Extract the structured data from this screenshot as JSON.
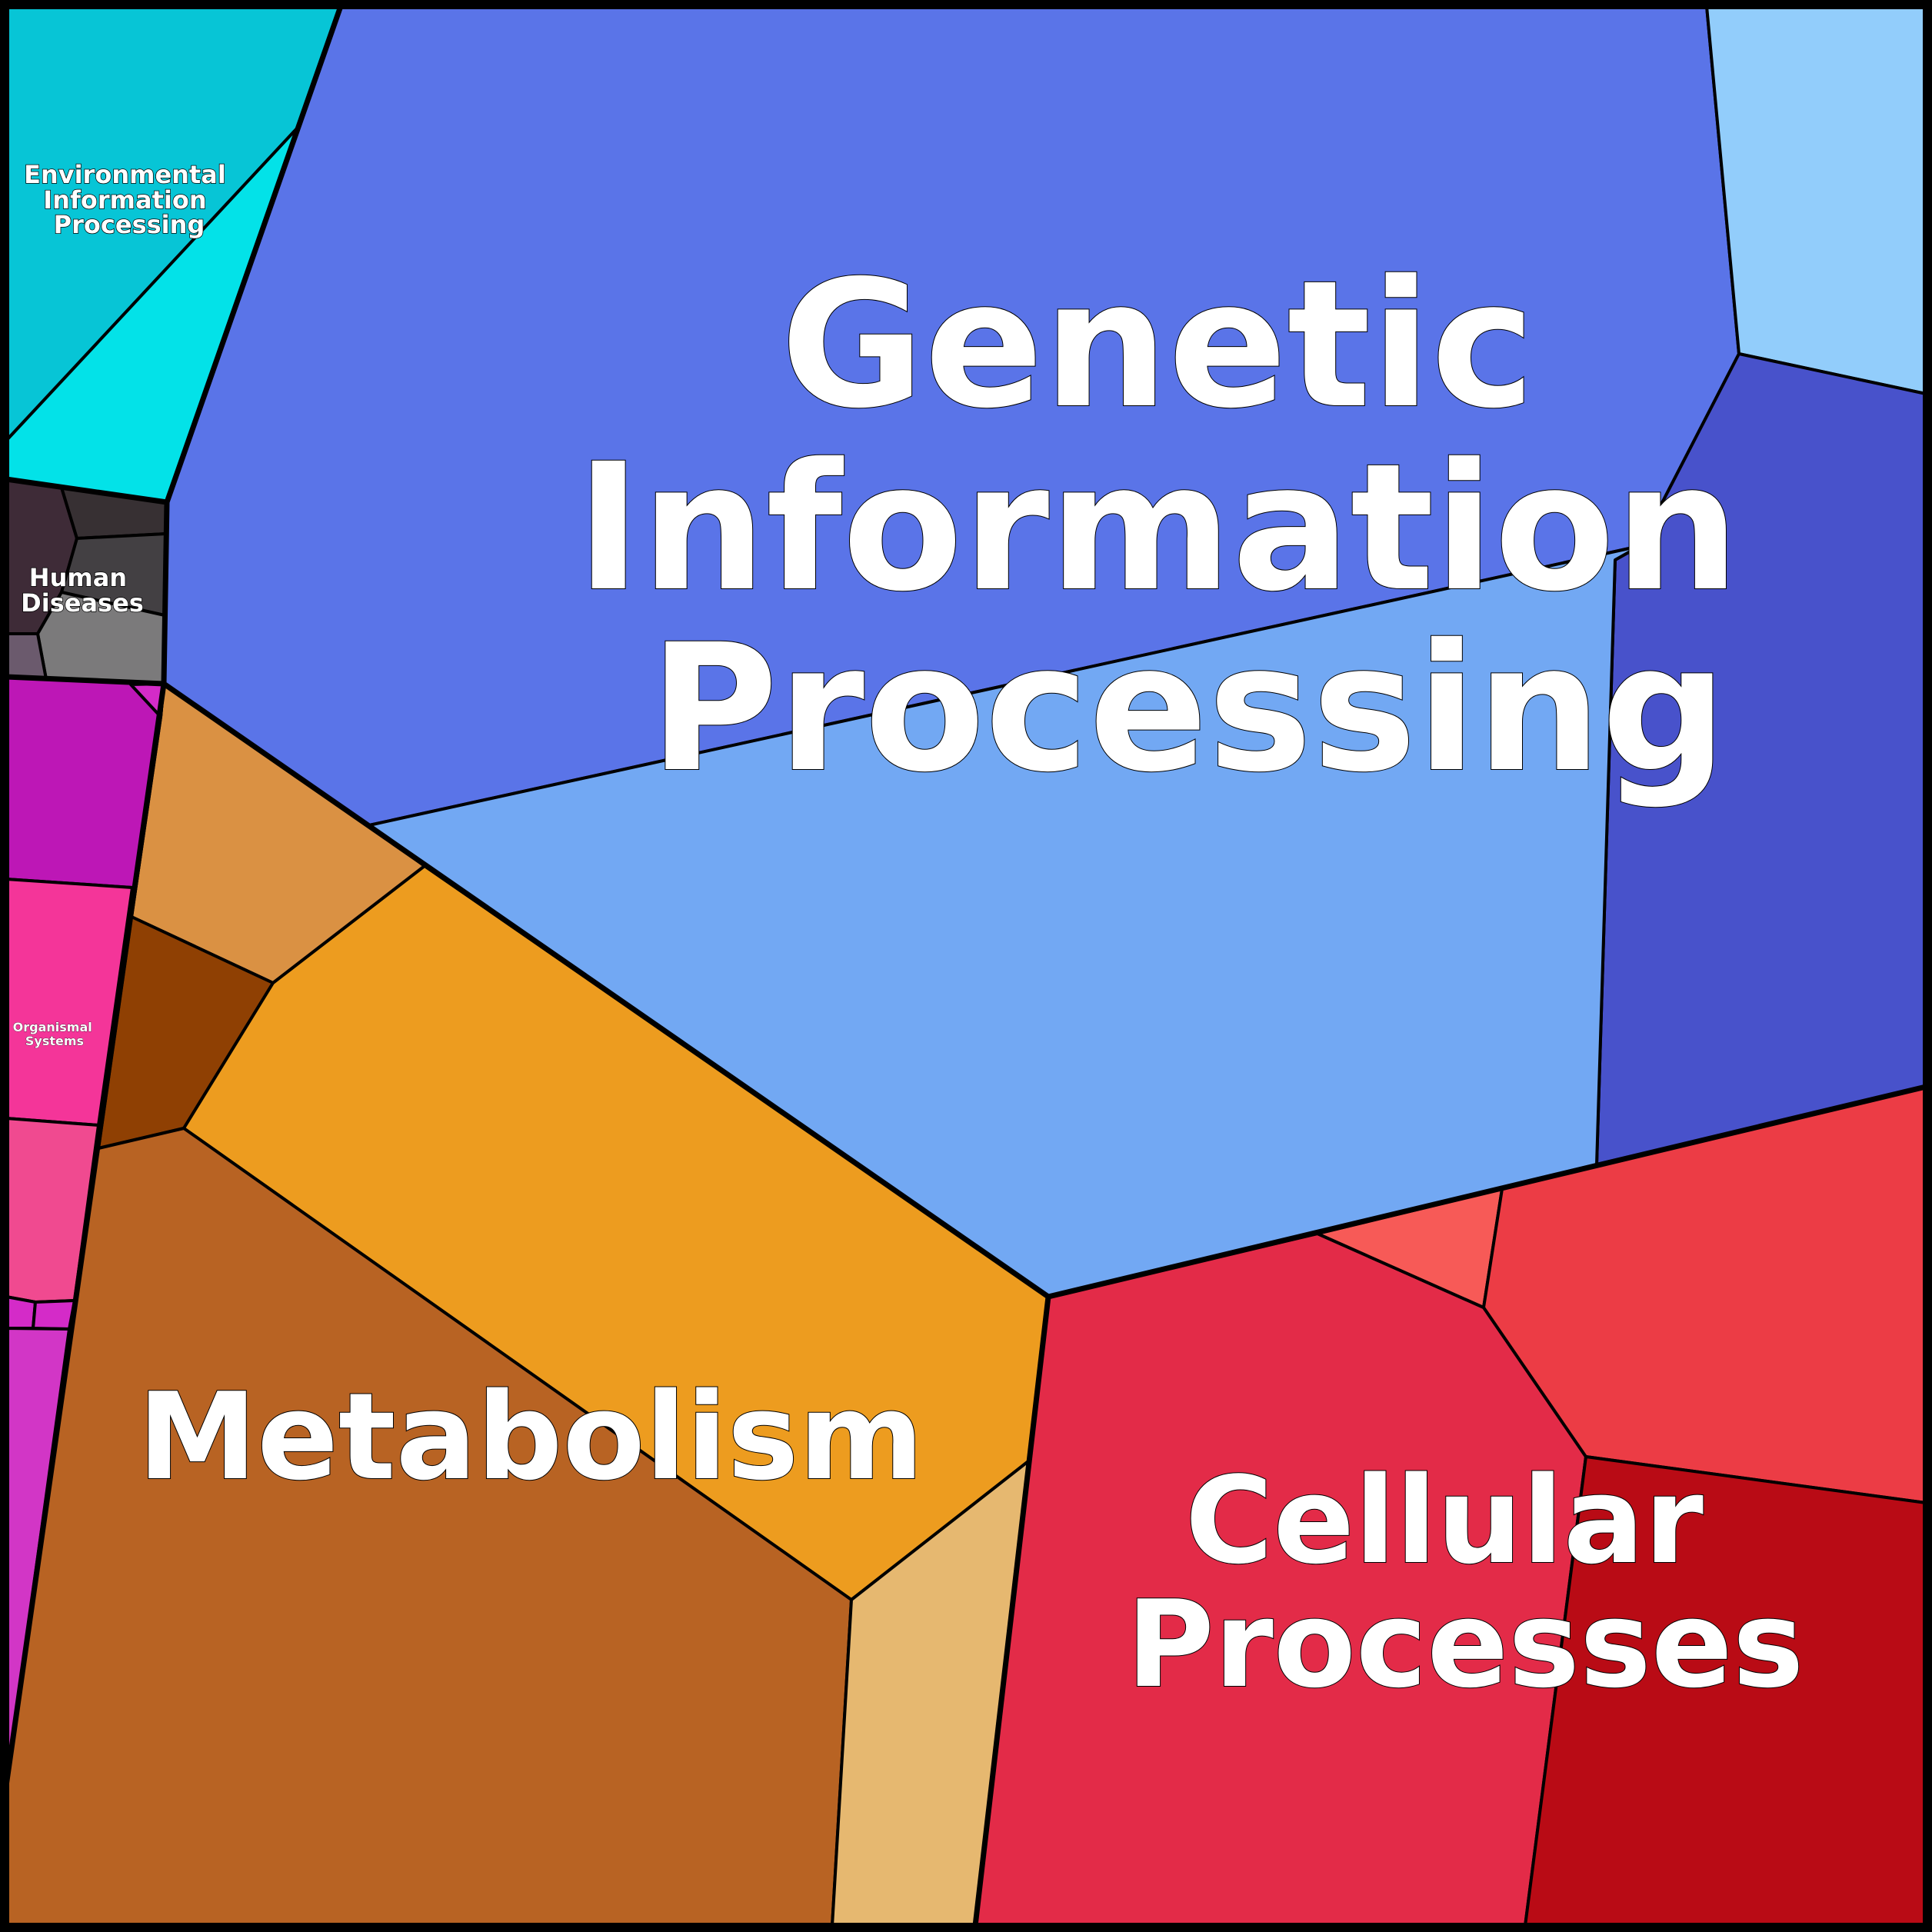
{
  "groups": {
    "genetic": {
      "label_lines": [
        "Genetic",
        "Information",
        "Processing"
      ]
    },
    "metabolism": {
      "label_lines": [
        "Metabolism"
      ]
    },
    "cellular": {
      "label_lines": [
        "Cellular",
        "Processes"
      ]
    },
    "environmental": {
      "label_lines": [
        "Environmental",
        "Information",
        "Processing"
      ]
    },
    "human": {
      "label_lines": [
        "Human",
        "Diseases"
      ]
    },
    "organismal": {
      "label_lines": [
        "Organismal",
        "Systems"
      ]
    }
  },
  "colors": {
    "genetic_main": "#5a74e8",
    "genetic_light": "#72a8f3",
    "genetic_pale": "#92cdfb",
    "genetic_dark": "#4852cb",
    "metabolism_orange": "#ed9c1f",
    "metabolism_brown": "#b86323",
    "metabolism_tan": "#da9143",
    "metabolism_dark": "#8f4003",
    "metabolism_sand": "#e6b870",
    "cellular_main": "#e32b48",
    "cellular_light": "#ec3c45",
    "cellular_dark": "#b90b15",
    "cellular_salmon": "#f75a57",
    "env_dark": "#07c5d6",
    "env_light": "#03e2e8",
    "human_a": "#3e2b37",
    "human_b": "#373033",
    "human_c": "#434043",
    "human_d": "#7b7a7b",
    "human_e": "#6b5a6d",
    "org_purple": "#bd17b6",
    "org_pink": "#f43599",
    "org_rose": "#f04a90",
    "org_magenta": "#d42bc8",
    "org_violet": "#d236c6"
  }
}
